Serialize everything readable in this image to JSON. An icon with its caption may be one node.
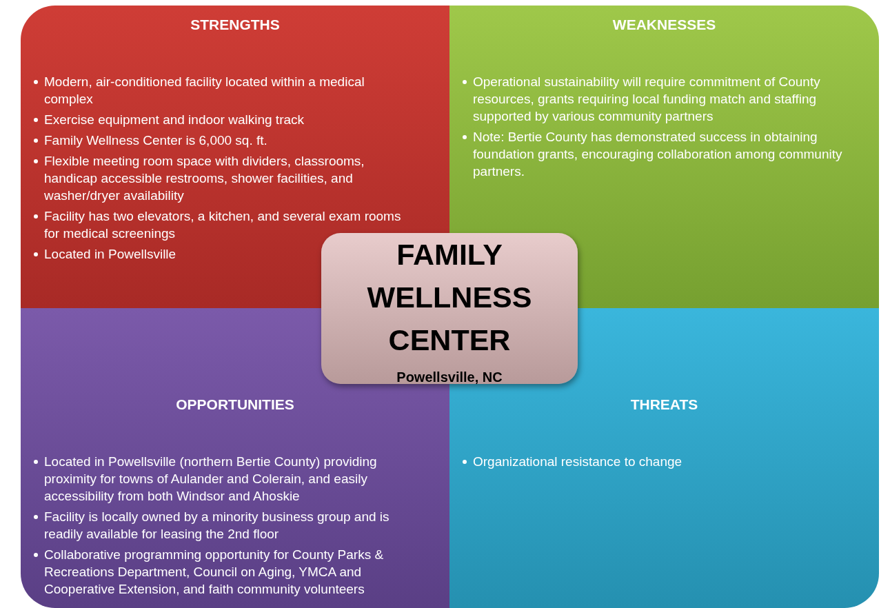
{
  "diagram": {
    "nodes": [
      {
        "text": [
          "STRENGTHS",
          "Modern, air-conditioned facility located within a medical complex",
          "Exercise equipment and indoor walking track",
          "Family Wellness Center is 6,000 sq. ft.",
          "Flexible meeting room space with dividers, classrooms, handicap accessible restrooms, shower facilities, and washer/dryer availability",
          "Facility has two elevators, a kitchen, and several exam rooms for medical screenings",
          "Located in Powellsville"
        ]
      },
      {
        "text": [
          "WEAKNESSES",
          "Operational sustainability will require commitment of County resources, grants requiring local funding match and staffing supported by various community partners",
          "Note: Bertie County has demonstrated success in obtaining foundation grants, encouraging collaboration among community partners."
        ]
      },
      {
        "text": [
          "OPPORTUNITIES",
          "Located in Powellsville (northern Bertie County) providing proximity for towns of Aulander and Colerain, and easily accessibility from both Windsor and Ahoskie",
          "Facility is locally owned by a minority business group and is readily available for leasing the 2nd floor",
          "Collaborative programming opportunity for County Parks & Recreations Department, Council on Aging, YMCA and Cooperative Extension, and faith community volunteers"
        ]
      },
      {
        "text": [
          "THREATS",
          "Organizational resistance to change"
        ]
      },
      {
        "text": [
          "FAMILY WELLNESS CENTER",
          "Powellsville, NC"
        ]
      }
    ],
    "edges": []
  }
}
